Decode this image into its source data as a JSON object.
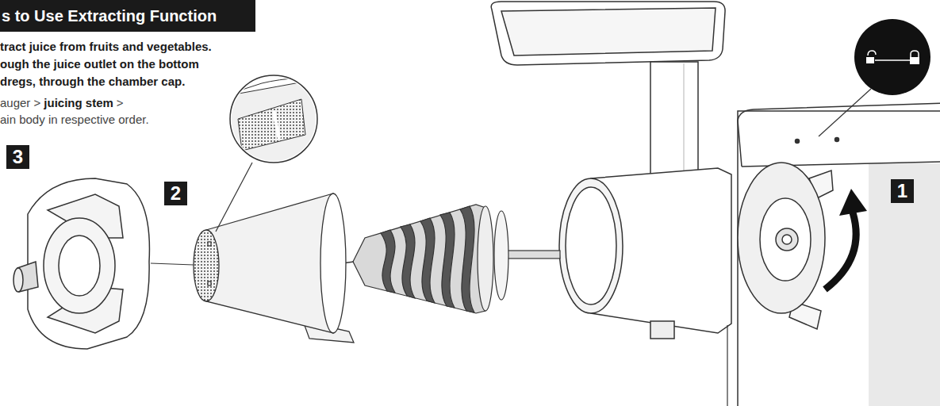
{
  "diagram": {
    "title": "s to Use Extracting Function",
    "nodes": [
      {
        "text": [
          "1"
        ]
      },
      {
        "text": [
          "2"
        ]
      },
      {
        "text": [
          "3"
        ]
      }
    ],
    "labels": [
      "tract juice from fruits and vegetables.",
      "ough the juice outlet on the bottom",
      "dregs, through the chamber cap.",
      "auger >",
      "juicing stem",
      ">",
      "ain body in respective order."
    ]
  }
}
